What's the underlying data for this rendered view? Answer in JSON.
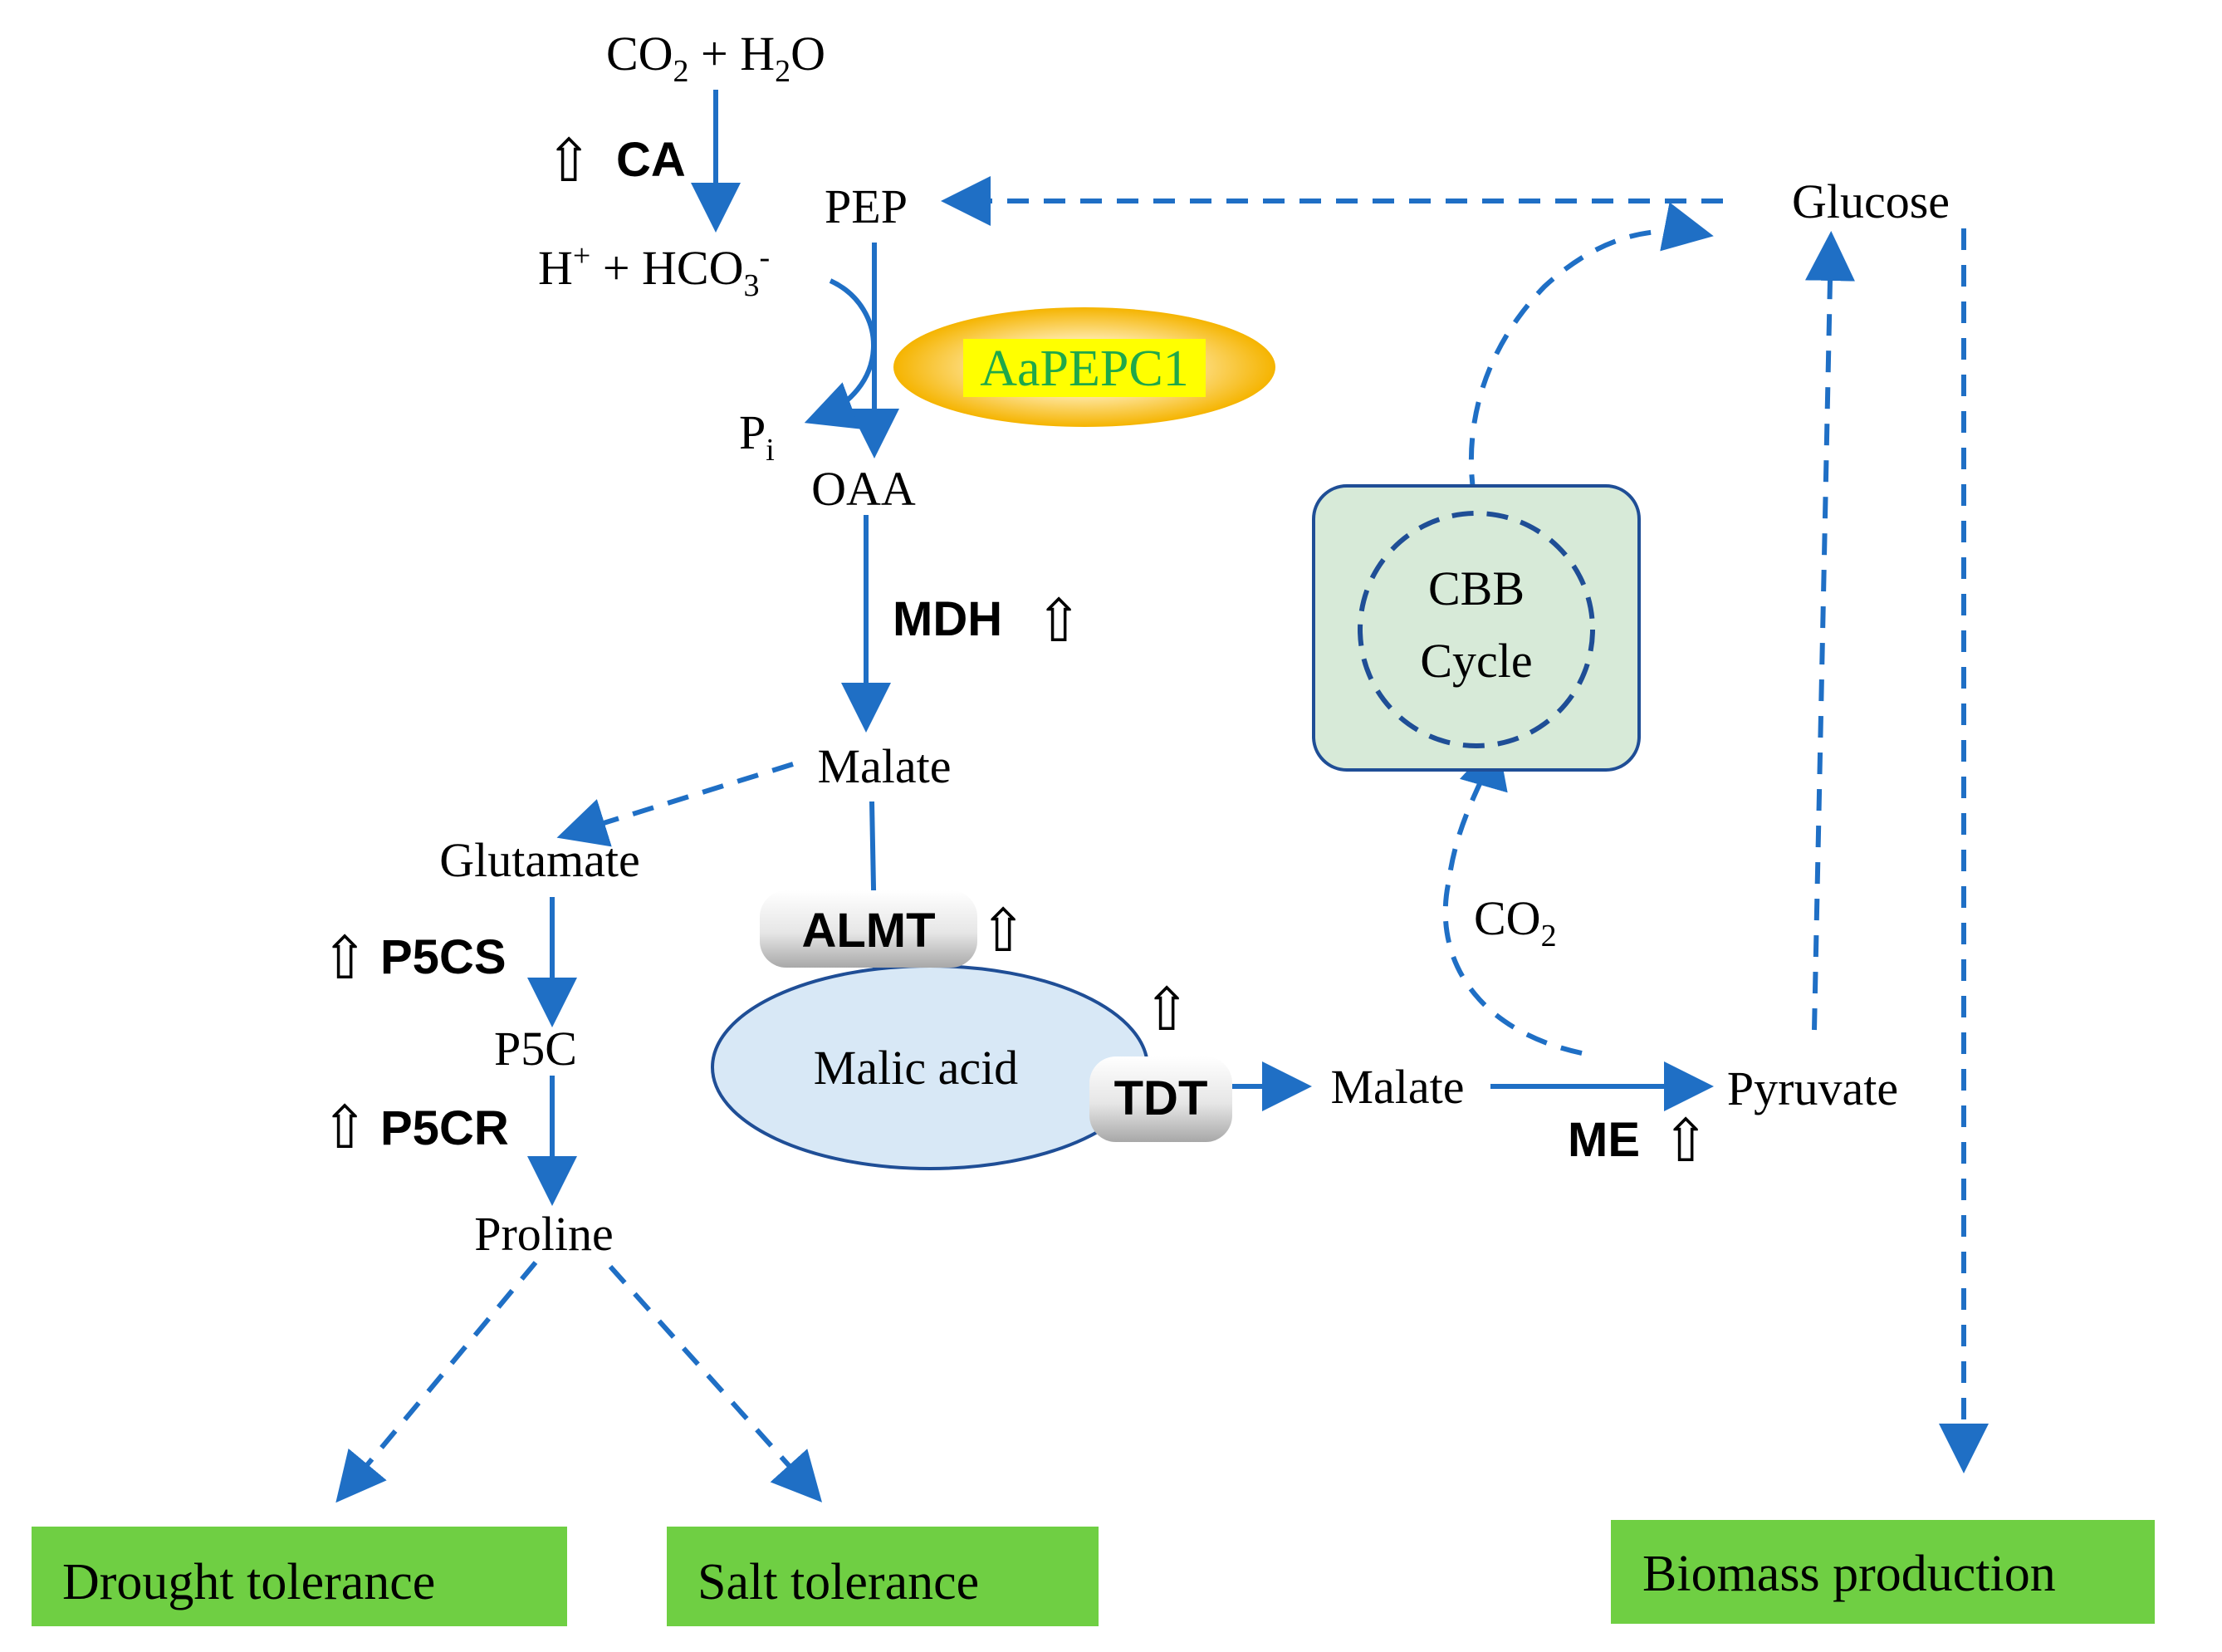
{
  "metabolites": {
    "co2_h2o": {
      "a": "CO",
      "a_sub": "2",
      "b": " + H",
      "b_sub": "2",
      "c": "O"
    },
    "pep": "PEP",
    "h_hco3": {
      "a": "H",
      "a_sup": "+",
      "b": " + HCO",
      "b_sub": "3",
      "b_sup": "-"
    },
    "pi": {
      "a": "P",
      "a_sub": "i"
    },
    "oaa": "OAA",
    "malate_cyto": "Malate",
    "glutamate": "Glutamate",
    "p5c": "P5C",
    "proline": "Proline",
    "malic_acid": "Malic acid",
    "malate_out": "Malate",
    "pyruvate": "Pyruvate",
    "glucose": "Glucose",
    "co2": {
      "a": "CO",
      "a_sub": "2"
    },
    "cbb": {
      "line1": "CBB",
      "line2": "Cycle"
    }
  },
  "enzymes": {
    "ca": "CA",
    "mdh": "MDH",
    "p5cs": "P5CS",
    "p5cr": "P5CR",
    "me": "ME",
    "almt": "ALMT",
    "tdt": "TDT",
    "aapepc1": "AaPEPC1"
  },
  "upregulated_symbol": "⇧",
  "outcomes": {
    "drought": "Drought tolerance",
    "salt": "Salt tolerance",
    "biomass": "Biomass production"
  },
  "colors": {
    "arrow": "#1f6fc5",
    "outcome_box": "#6fcf43",
    "vacuole_fill": "#d8e8f6",
    "vacuole_stroke": "#1f4e96",
    "cbb_box_fill": "#d7ead8",
    "cbb_box_stroke": "#1f4e96",
    "aapepc1_text": "#1fa84a",
    "aapepc1_highlight": "#ffff00",
    "aapepc1_ellipse": "#f5b400"
  }
}
